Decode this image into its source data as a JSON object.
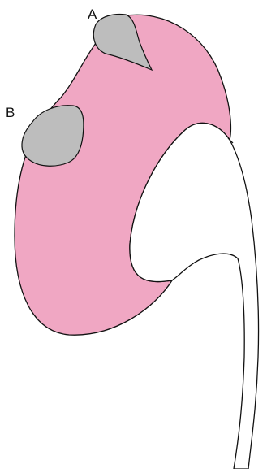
{
  "labels": {
    "a": "A",
    "b": "B"
  },
  "colors": {
    "organ_fill": "#f0a7c3",
    "nodule_fill": "#bdbdbd",
    "outline": "#111111",
    "background": "#ffffff"
  },
  "icons": {
    "organ": "pink-organ-shape",
    "nodule_a": "grey-teardrop-shape",
    "nodule_b": "grey-oval-shape",
    "duct": "white-duct-shape"
  }
}
